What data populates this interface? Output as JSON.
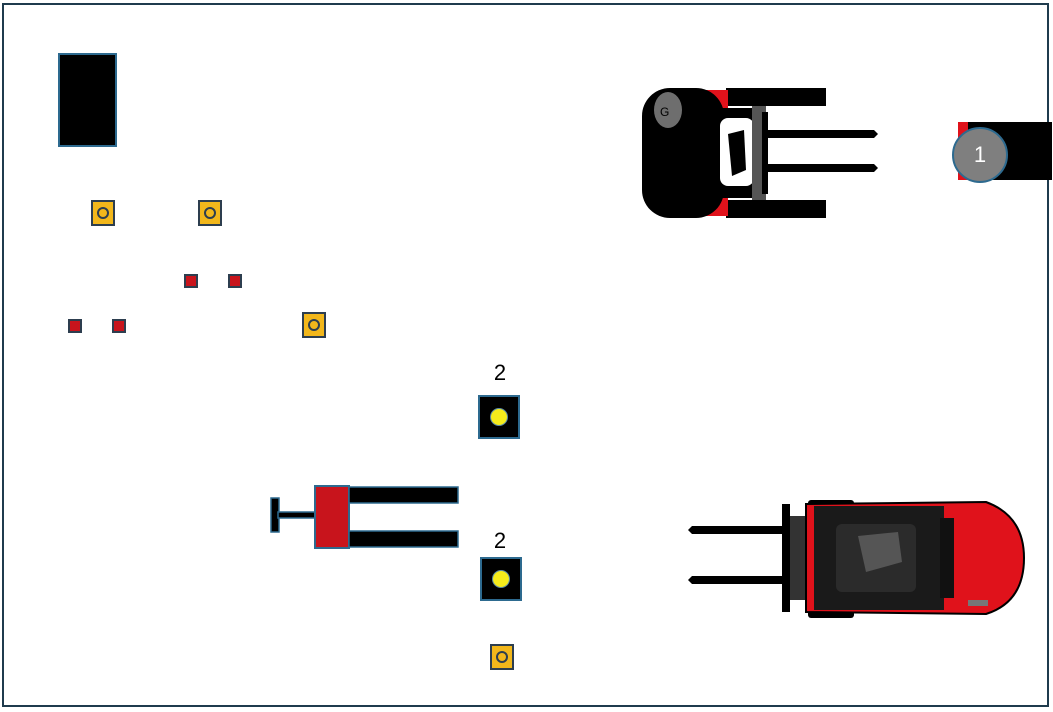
{
  "scene": {
    "labels": {
      "badge_dock": "1",
      "light_upper": "2",
      "light_lower": "2"
    },
    "colors": {
      "frame": "#1f3b4d",
      "marker_yellow": "#f2b71b",
      "marker_red": "#c8141c",
      "light_yellow": "#f5ec1b",
      "forklift_red": "#e0121b",
      "badge_gray": "#7f7f7f"
    },
    "objects": {
      "black_block": "black-block",
      "forklift_top": "forklift",
      "forklift_bottom": "forklift",
      "pallet_jack": "pallet-jack",
      "dock": "dock"
    }
  }
}
